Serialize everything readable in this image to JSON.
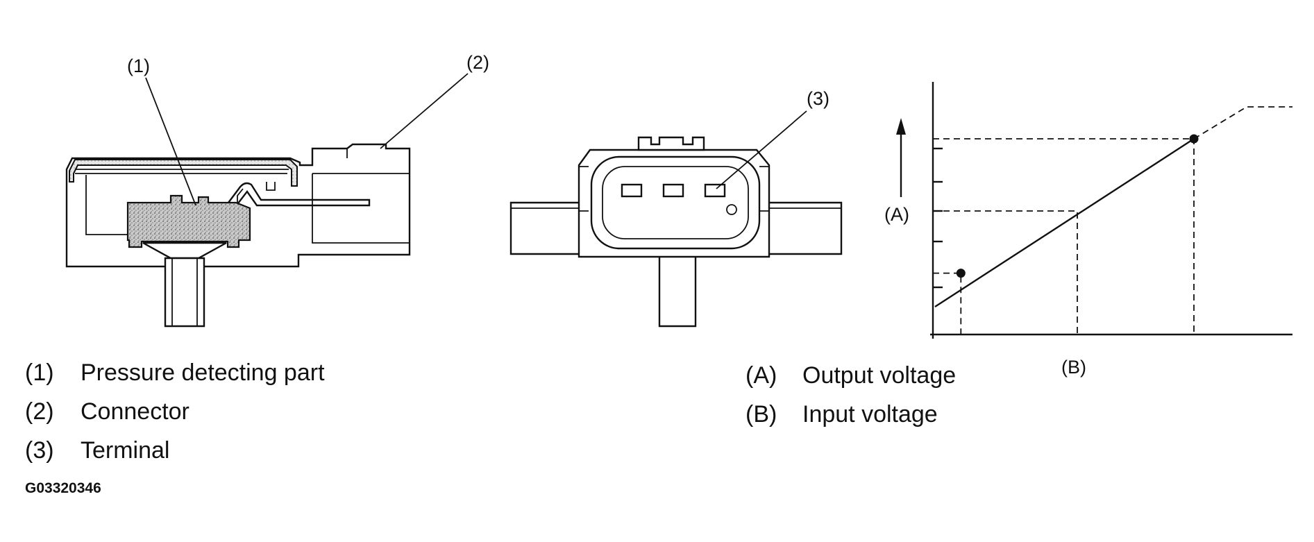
{
  "callouts": {
    "c1": "(1)",
    "c2": "(2)",
    "c3": "(3)"
  },
  "legend_left": [
    {
      "num": "(1)",
      "text": "Pressure detecting part"
    },
    {
      "num": "(2)",
      "text": "Connector"
    },
    {
      "num": "(3)",
      "text": "Terminal"
    }
  ],
  "legend_right": [
    {
      "num": "(A)",
      "text": "Output voltage"
    },
    {
      "num": "(B)",
      "text": "Input voltage"
    }
  ],
  "figure_id": "G03320346",
  "chart_data": {
    "type": "line",
    "xlabel": "(B)",
    "ylabel": "(A)",
    "series": [
      {
        "x": [
          0,
          1,
          10
        ],
        "y": [
          0,
          1,
          5
        ]
      }
    ],
    "grid": false
  }
}
